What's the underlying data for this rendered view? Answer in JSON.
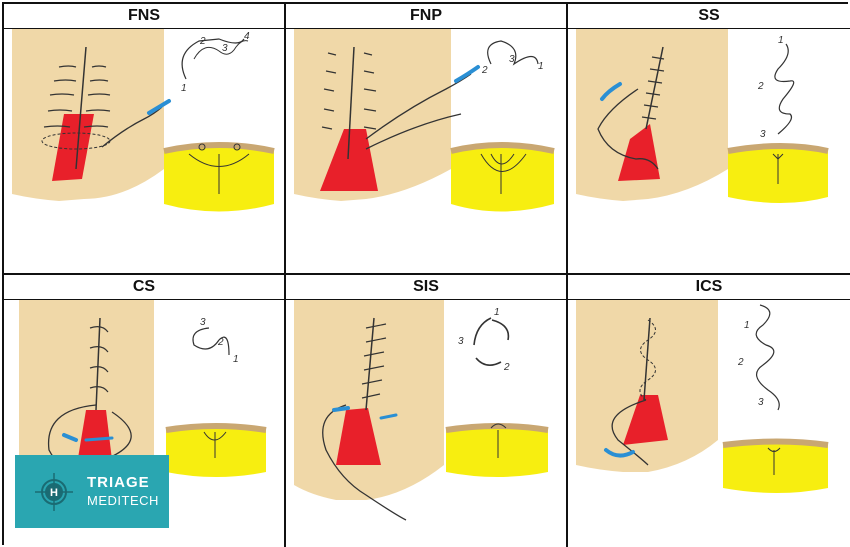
{
  "panels": [
    {
      "id": "fns",
      "title": "FNS",
      "steps": [
        "1",
        "2",
        "3",
        "4"
      ]
    },
    {
      "id": "fnp",
      "title": "FNP",
      "steps": [
        "1",
        "2",
        "3"
      ]
    },
    {
      "id": "ss",
      "title": "SS",
      "steps": [
        "1",
        "2",
        "3"
      ]
    },
    {
      "id": "cs",
      "title": "CS",
      "steps": [
        "1",
        "2",
        "3"
      ]
    },
    {
      "id": "sis",
      "title": "SIS",
      "steps": [
        "1",
        "2",
        "3"
      ]
    },
    {
      "id": "ics",
      "title": "ICS",
      "steps": [
        "1",
        "2",
        "3"
      ]
    }
  ],
  "logo": {
    "line1": "TRIAGE",
    "line2": "MEDITECH",
    "mark_letter": "H"
  },
  "colors": {
    "skin": "#f0d8a8",
    "wound": "#e8202a",
    "tissue": "#f7ee10",
    "needle": "#2a8fd4",
    "logo_bg": "#2aa6b1"
  }
}
